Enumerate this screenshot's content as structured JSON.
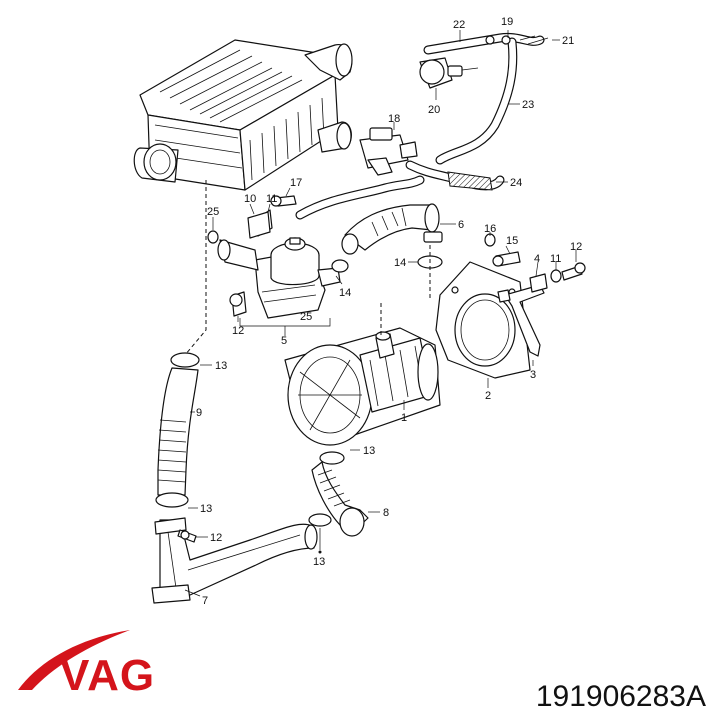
{
  "brand": {
    "name": "VAG",
    "color": "#d4141b"
  },
  "part_number": "191906283A",
  "diagram": {
    "callouts": [
      {
        "id": "c22",
        "text": "22"
      },
      {
        "id": "c19",
        "text": "19"
      },
      {
        "id": "c21",
        "text": "21"
      },
      {
        "id": "c20",
        "text": "20"
      },
      {
        "id": "c23",
        "text": "23"
      },
      {
        "id": "c18",
        "text": "18"
      },
      {
        "id": "c24",
        "text": "24"
      },
      {
        "id": "c17",
        "text": "17"
      },
      {
        "id": "c10",
        "text": "10"
      },
      {
        "id": "c11a",
        "text": "11"
      },
      {
        "id": "c25a",
        "text": "25"
      },
      {
        "id": "c6",
        "text": "6"
      },
      {
        "id": "c16",
        "text": "16"
      },
      {
        "id": "c15",
        "text": "15"
      },
      {
        "id": "c4",
        "text": "4"
      },
      {
        "id": "c11b",
        "text": "11"
      },
      {
        "id": "c12a",
        "text": "12"
      },
      {
        "id": "c14a",
        "text": "14"
      },
      {
        "id": "c14b",
        "text": "14"
      },
      {
        "id": "c12b",
        "text": "12"
      },
      {
        "id": "c25b",
        "text": "25"
      },
      {
        "id": "c5",
        "text": "5"
      },
      {
        "id": "c3",
        "text": "3"
      },
      {
        "id": "c2",
        "text": "2"
      },
      {
        "id": "c1",
        "text": "1"
      },
      {
        "id": "c13a",
        "text": "13"
      },
      {
        "id": "c9",
        "text": "9"
      },
      {
        "id": "c13b",
        "text": "13"
      },
      {
        "id": "c8",
        "text": "8"
      },
      {
        "id": "c13c",
        "text": "13"
      },
      {
        "id": "c12c",
        "text": "12"
      },
      {
        "id": "c13d",
        "text": "13"
      },
      {
        "id": "c7",
        "text": "7"
      }
    ]
  }
}
